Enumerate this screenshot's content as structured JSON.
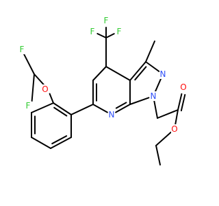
{
  "diagram": {
    "kind": "skeletal-structure",
    "colors": {
      "carbon_bond": "#000000",
      "fluorine": "#33CC33",
      "oxygen": "#FF0D0D",
      "nitrogen": "#3050F8"
    },
    "atom_labels": [
      {
        "key": "f_cf3_left",
        "text": "F",
        "element": "fluorine"
      },
      {
        "key": "f_cf3_right",
        "text": "F",
        "element": "fluorine"
      },
      {
        "key": "f_cf3_bottom",
        "text": "F",
        "element": "fluorine"
      },
      {
        "key": "f_chf2_top",
        "text": "F",
        "element": "fluorine"
      },
      {
        "key": "f_chf2_bottom",
        "text": "F",
        "element": "fluorine"
      },
      {
        "key": "o_ether",
        "text": "O",
        "element": "oxygen"
      },
      {
        "key": "o_carbonyl",
        "text": "O",
        "element": "oxygen"
      },
      {
        "key": "o_ester",
        "text": "O",
        "element": "oxygen"
      },
      {
        "key": "n_pyridine",
        "text": "N",
        "element": "nitrogen"
      },
      {
        "key": "n_pyrazole_2",
        "text": "N",
        "element": "nitrogen"
      },
      {
        "key": "n_pyrazole_1",
        "text": "N",
        "element": "nitrogen"
      }
    ]
  }
}
